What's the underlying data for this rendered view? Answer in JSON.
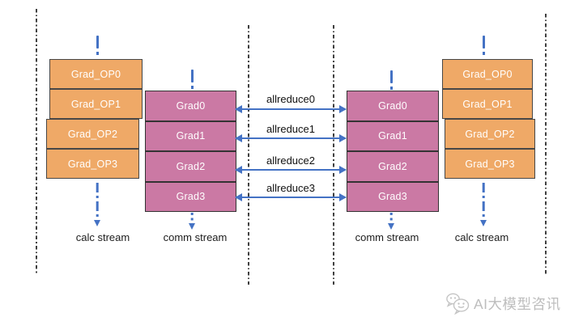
{
  "diagram": {
    "left": {
      "calc": {
        "boxes": [
          "Grad_OP0",
          "Grad_OP1",
          "Grad_OP2",
          "Grad_OP3"
        ],
        "stream_label": "calc stream"
      },
      "comm": {
        "boxes": [
          "Grad0",
          "Grad1",
          "Grad2",
          "Grad3"
        ],
        "stream_label": "comm stream"
      }
    },
    "right": {
      "comm": {
        "boxes": [
          "Grad0",
          "Grad1",
          "Grad2",
          "Grad3"
        ],
        "stream_label": "comm stream"
      },
      "calc": {
        "boxes": [
          "Grad_OP0",
          "Grad_OP1",
          "Grad_OP2",
          "Grad_OP3"
        ],
        "stream_label": "calc stream"
      }
    },
    "allreduce_labels": [
      "allreduce0",
      "allreduce1",
      "allreduce2",
      "allreduce3"
    ],
    "colors": {
      "calc_box_fill": "#EFA967",
      "comm_box_fill": "#CB79A4",
      "arrow_blue": "#4472C4",
      "boundary_line": "#3F3F3F",
      "watermark_gray": "#BDBDBD"
    },
    "icons": {
      "watermark_icon": "wechat-chat-bubbles-icon"
    },
    "watermark_text": "AI大模型咨讯"
  }
}
